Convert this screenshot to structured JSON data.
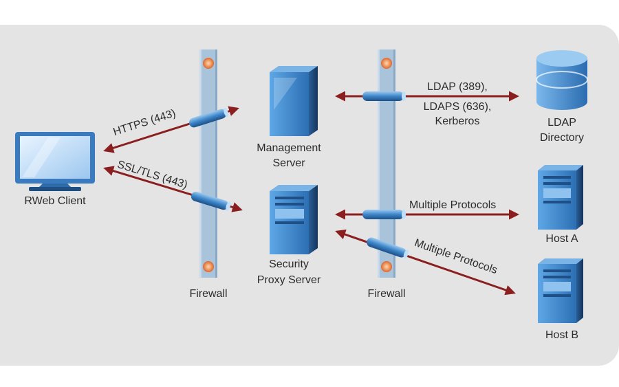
{
  "nodes": {
    "client": "RWeb Client",
    "management_line1": "Management",
    "management_line2": "Server",
    "proxy_line1": "Security",
    "proxy_line2": "Proxy Server",
    "firewall_left": "Firewall",
    "firewall_right": "Firewall",
    "ldap_line1": "LDAP",
    "ldap_line2": "Directory",
    "host_a": "Host A",
    "host_b": "Host B"
  },
  "connections": {
    "https": "HTTPS (443)",
    "ssl": "SSL/TLS (443)",
    "ldap_line1": "LDAP (389),",
    "ldap_line2": "LDAPS (636),",
    "ldap_line3": "Kerberos",
    "multi_a": "Multiple Protocols",
    "multi_b": "Multiple Protocols"
  },
  "colors": {
    "panel": "#e4e4e4",
    "arrow": "#8b1e1e",
    "firewall": "#a9c3da",
    "device_blue": "#3f86c8",
    "device_dark": "#1c3d66"
  }
}
